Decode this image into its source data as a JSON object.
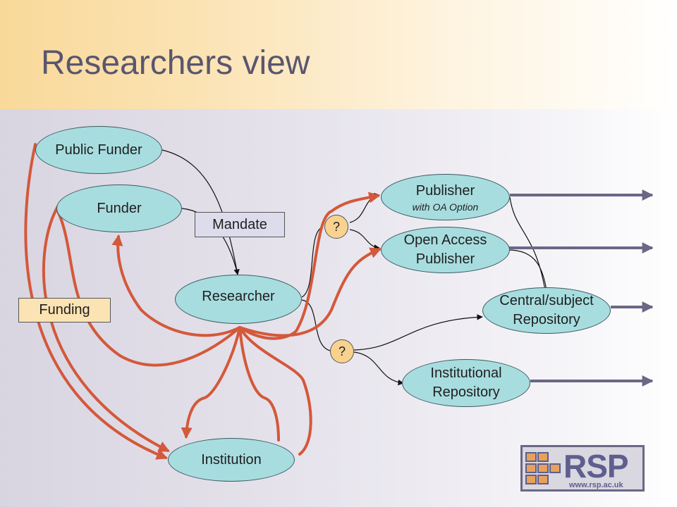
{
  "slide": {
    "title": "Researchers view"
  },
  "nodes": {
    "public_funder": "Public Funder",
    "funder": "Funder",
    "researcher": "Researcher",
    "institution": "Institution",
    "publisher": "Publisher",
    "publisher_sub": "with OA Option",
    "oa_publisher_line1": "Open Access",
    "oa_publisher_line2": "Publisher",
    "central_repo_line1": "Central/subject",
    "central_repo_line2": "Repository",
    "inst_repo_line1": "Institutional",
    "inst_repo_line2": "Repository"
  },
  "labels": {
    "mandate": "Mandate",
    "funding": "Funding"
  },
  "decisions": {
    "q1": "?",
    "q2": "?"
  },
  "logo": {
    "text": "RSP",
    "url": "www.rsp.ac.uk"
  },
  "colors": {
    "title_band": "#fbe0ad",
    "node_fill": "#a8dde0",
    "mandate_box": "#dcdcec",
    "funding_box": "#fbe3b3",
    "decision_fill": "#f9d290",
    "funding_flow": "#d4583a",
    "output_arrow": "#6b6785",
    "text": "#1f1f1f"
  }
}
